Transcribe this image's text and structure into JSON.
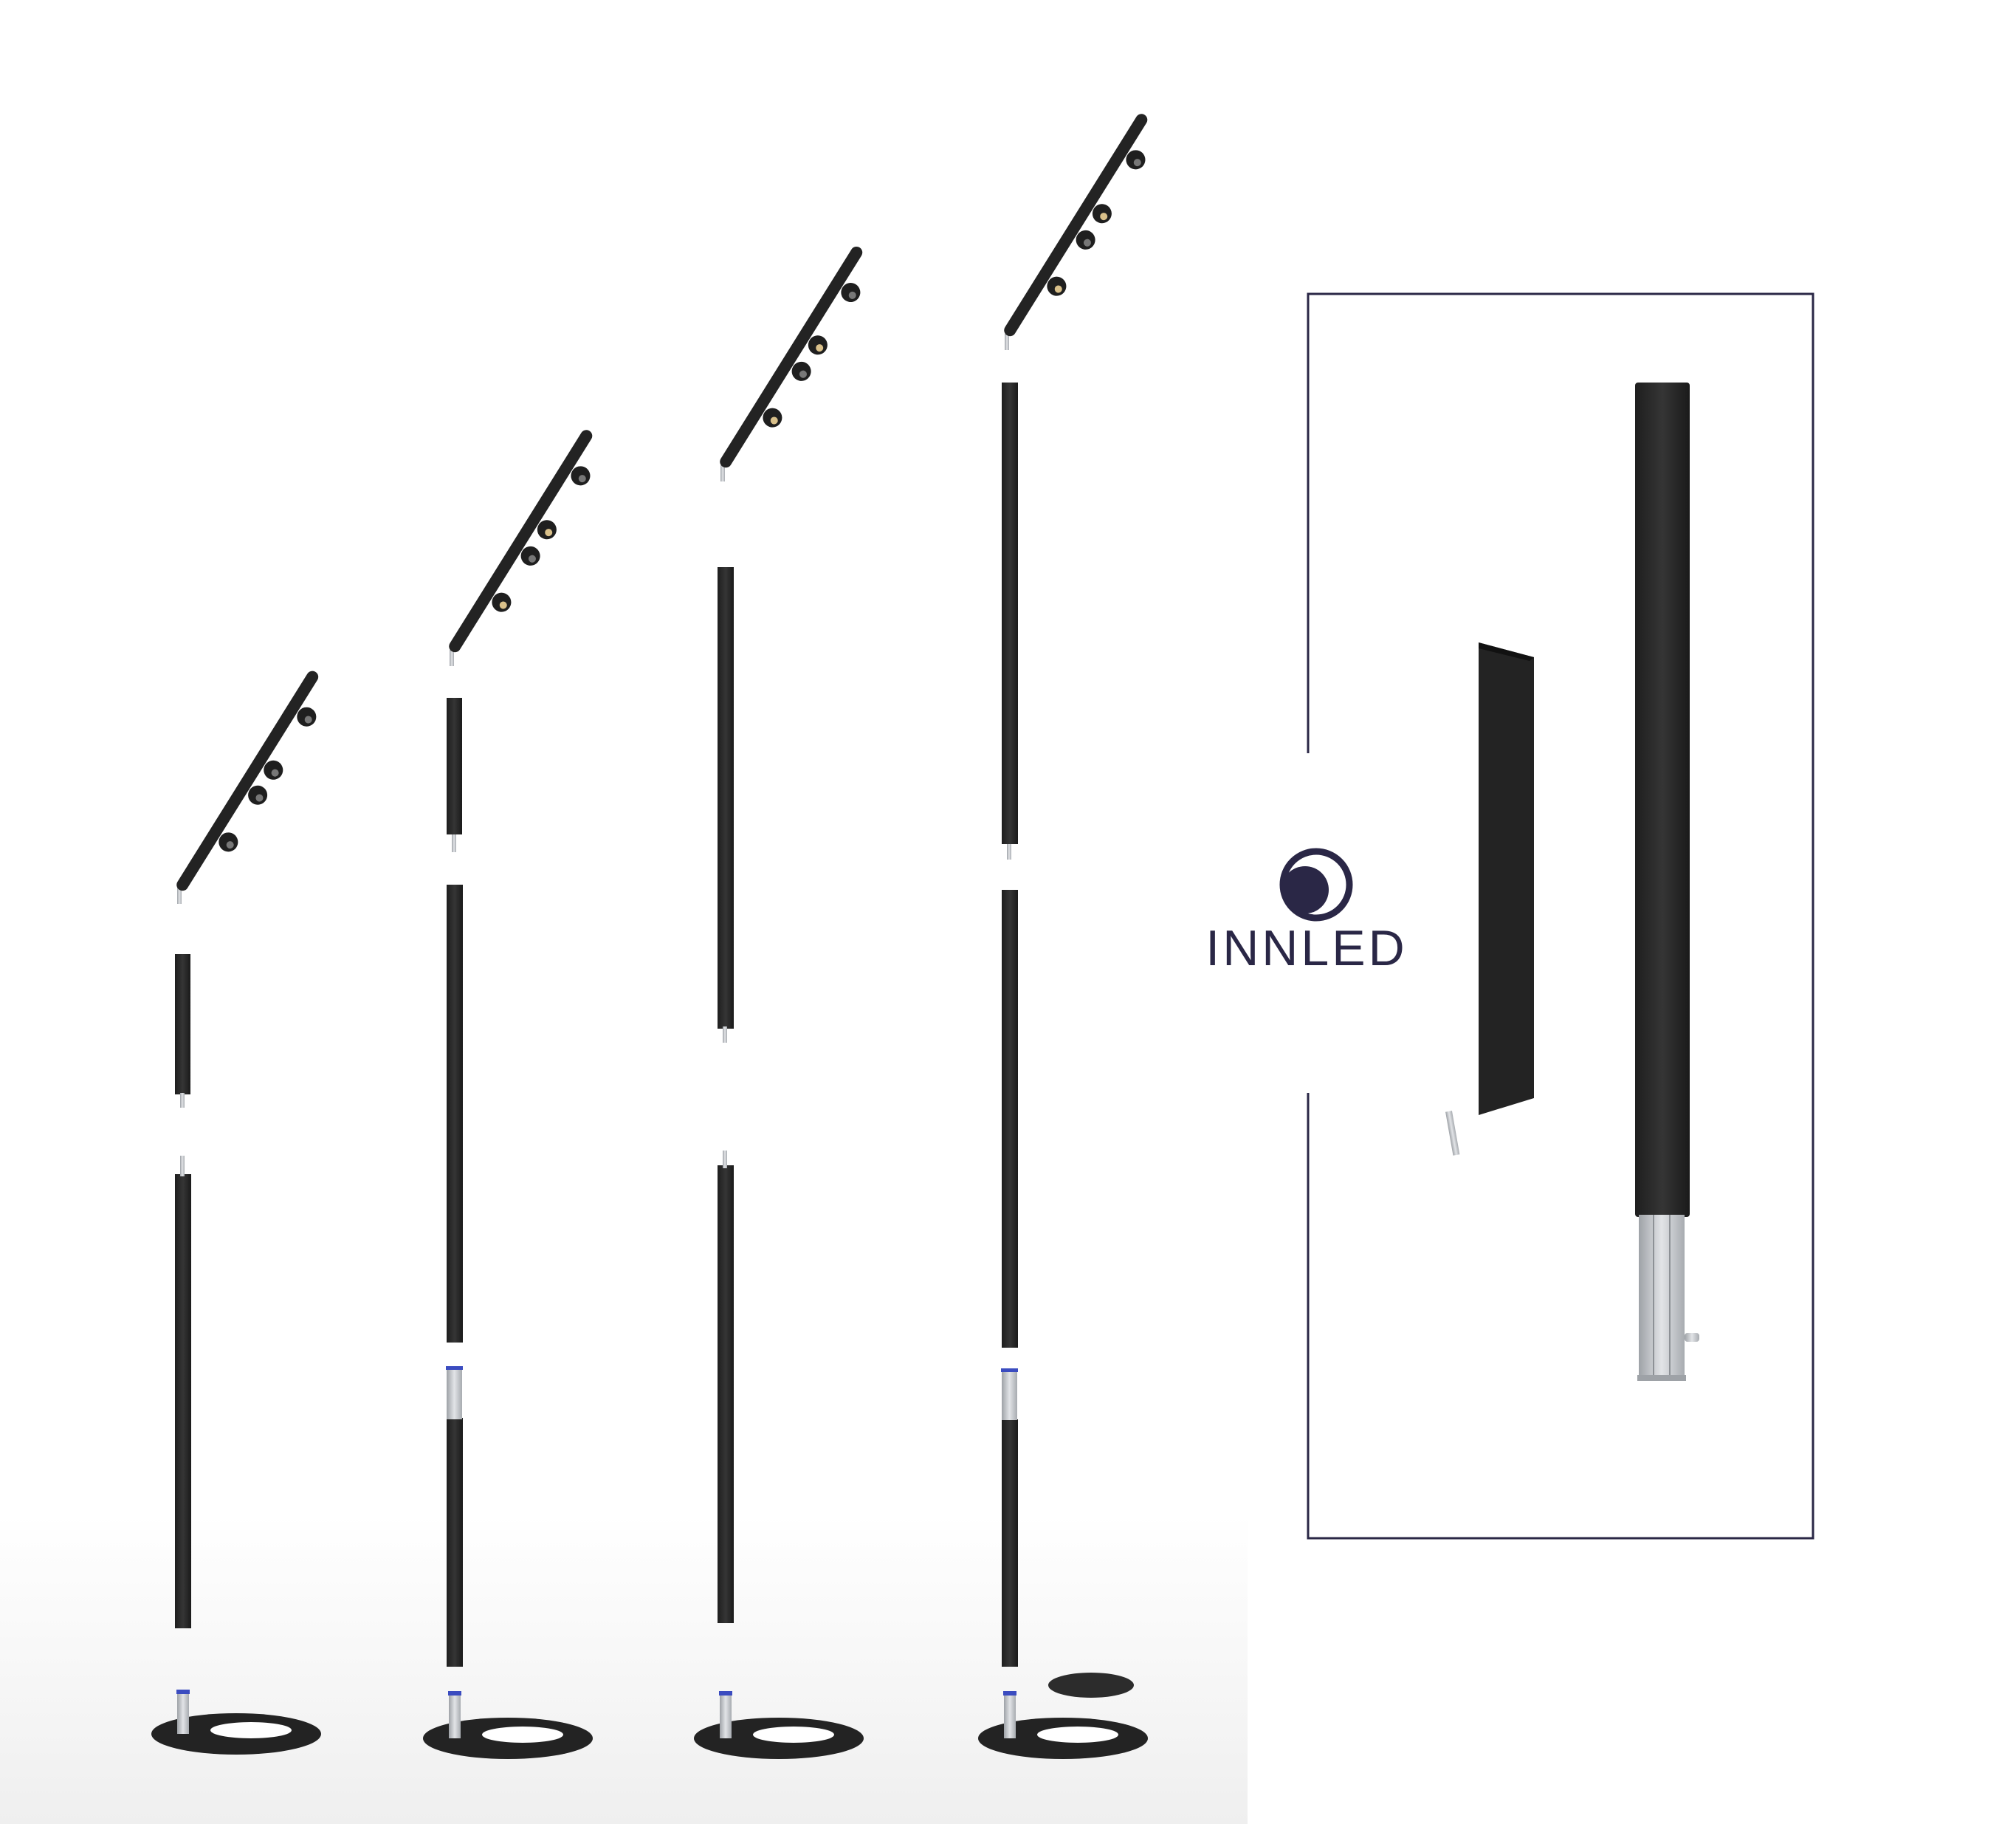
{
  "brand": {
    "name": "INNLED",
    "color": "#2a2746"
  },
  "scene": {
    "background": "#ffffff",
    "floor_shadow": "#f1f1f1",
    "pole_color": "#2b2b2b",
    "metal_color": "#c9ccd0",
    "ring_accent": "#3b4cc0",
    "lamp_count": 4,
    "spots_per_lamp": 4
  }
}
